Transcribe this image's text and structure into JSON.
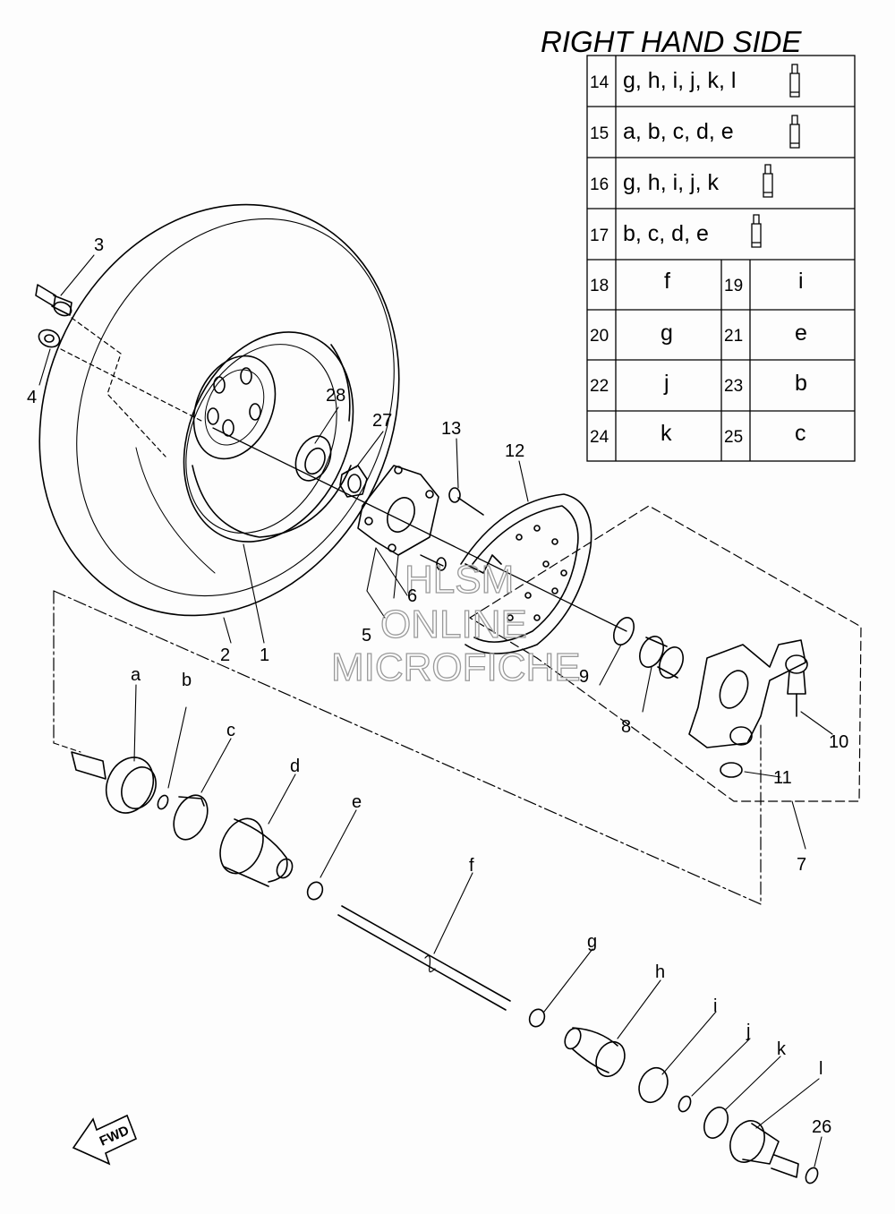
{
  "diagram": {
    "title": "RIGHT HAND SIDE",
    "table_rows": [
      {
        "num": "14",
        "letters": "g, h, i, j, k, l"
      },
      {
        "num": "15",
        "letters": "a, b, c, d, e"
      },
      {
        "num": "16",
        "letters": "g, h, i, j, k"
      },
      {
        "num": "17",
        "letters": "b, c, d, e"
      }
    ],
    "table_pairs": [
      {
        "n1": "18",
        "l1": "f",
        "n2": "19",
        "l2": "i"
      },
      {
        "n1": "20",
        "l1": "g",
        "n2": "21",
        "l2": "e"
      },
      {
        "n1": "22",
        "l1": "j",
        "n2": "23",
        "l2": "b"
      },
      {
        "n1": "24",
        "l1": "k",
        "n2": "25",
        "l2": "c"
      }
    ],
    "callouts": {
      "n1": "1",
      "n2": "2",
      "n3": "3",
      "n4": "4",
      "n5": "5",
      "n6": "6",
      "n7": "7",
      "n8": "8",
      "n9": "9",
      "n10": "10",
      "n11": "11",
      "n12": "12",
      "n13": "13",
      "n26": "26",
      "n27": "27",
      "n28": "28",
      "a": "a",
      "b": "b",
      "c": "c",
      "d": "d",
      "e": "e",
      "f": "f",
      "g": "g",
      "h": "h",
      "i": "i",
      "j": "j",
      "k": "k",
      "l": "l"
    },
    "watermark": [
      "HLSM",
      "ONLINE",
      "MICROFICHE"
    ],
    "fwd_label": "FWD"
  }
}
